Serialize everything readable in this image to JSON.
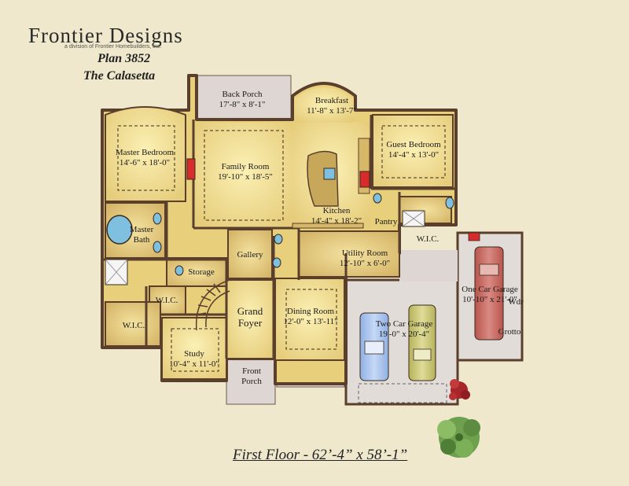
{
  "header": {
    "company": "Frontier Designs",
    "tagline": "a division of Frontier Homebuilders, Inc.",
    "plan_number": "Plan 3852",
    "plan_name": "The Calasetta"
  },
  "footer": {
    "floor_caption": "First Floor - 62’-4” x 58’-1”"
  },
  "colors": {
    "background": "#efe8cc",
    "wall": "#5a3f2c",
    "room_light": "#f3e39a",
    "room_mid": "#e8cf7c",
    "room_dark": "#d9b96a",
    "porch": "#ddd6d2",
    "garage_car_blue": "#a9c4ee",
    "garage_car_green": "#c9c776",
    "garage_car_red": "#c96a62",
    "fireplace": "#d82c2c",
    "fixture_blue": "#7fc0e0"
  },
  "rooms": {
    "back_porch": {
      "name": "Back Porch",
      "size": "17'-8\" x 8'-1\""
    },
    "breakfast": {
      "name": "Breakfast",
      "size": "11'-8\" x 13'-7\""
    },
    "guest_bedroom": {
      "name": "Guest Bedroom",
      "size": "14'-4\" x 13'-0\""
    },
    "master_bedroom": {
      "name": "Master Bedroom",
      "size": "14'-6\" x 18'-0\""
    },
    "family_room": {
      "name": "Family Room",
      "size": "19'-10\" x 18'-5\""
    },
    "kitchen": {
      "name": "Kitchen",
      "size": "14'-4\" x 18'-2\""
    },
    "pantry": {
      "name": "Pantry"
    },
    "wic_guest": {
      "name": "W.I.C."
    },
    "master_bath": {
      "name": "Master Bath"
    },
    "gallery": {
      "name": "Gallery"
    },
    "utility_room": {
      "name": "Utility Room",
      "size": "12'-10\" x 6'-0\""
    },
    "storage": {
      "name": "Storage"
    },
    "wic_master_1": {
      "name": "W.I.C."
    },
    "wic_master_2": {
      "name": "W.I.C."
    },
    "grand_foyer": {
      "name": "Grand Foyer"
    },
    "dining_room": {
      "name": "Dining Room",
      "size": "12'-0\" x 13'-11\""
    },
    "two_car_garage": {
      "name": "Two Car Garage",
      "size": "19'-0\" x 20'-4\""
    },
    "one_car_garage": {
      "name": "One Car Garage",
      "size": "10'-10\" x 21'-0\""
    },
    "wdr": {
      "name": "Wdr"
    },
    "grotto": {
      "name": "Grotto"
    },
    "study": {
      "name": "Study",
      "size": "10'-4\" x 11'-0\""
    },
    "front_porch": {
      "name": "Front Porch"
    }
  }
}
